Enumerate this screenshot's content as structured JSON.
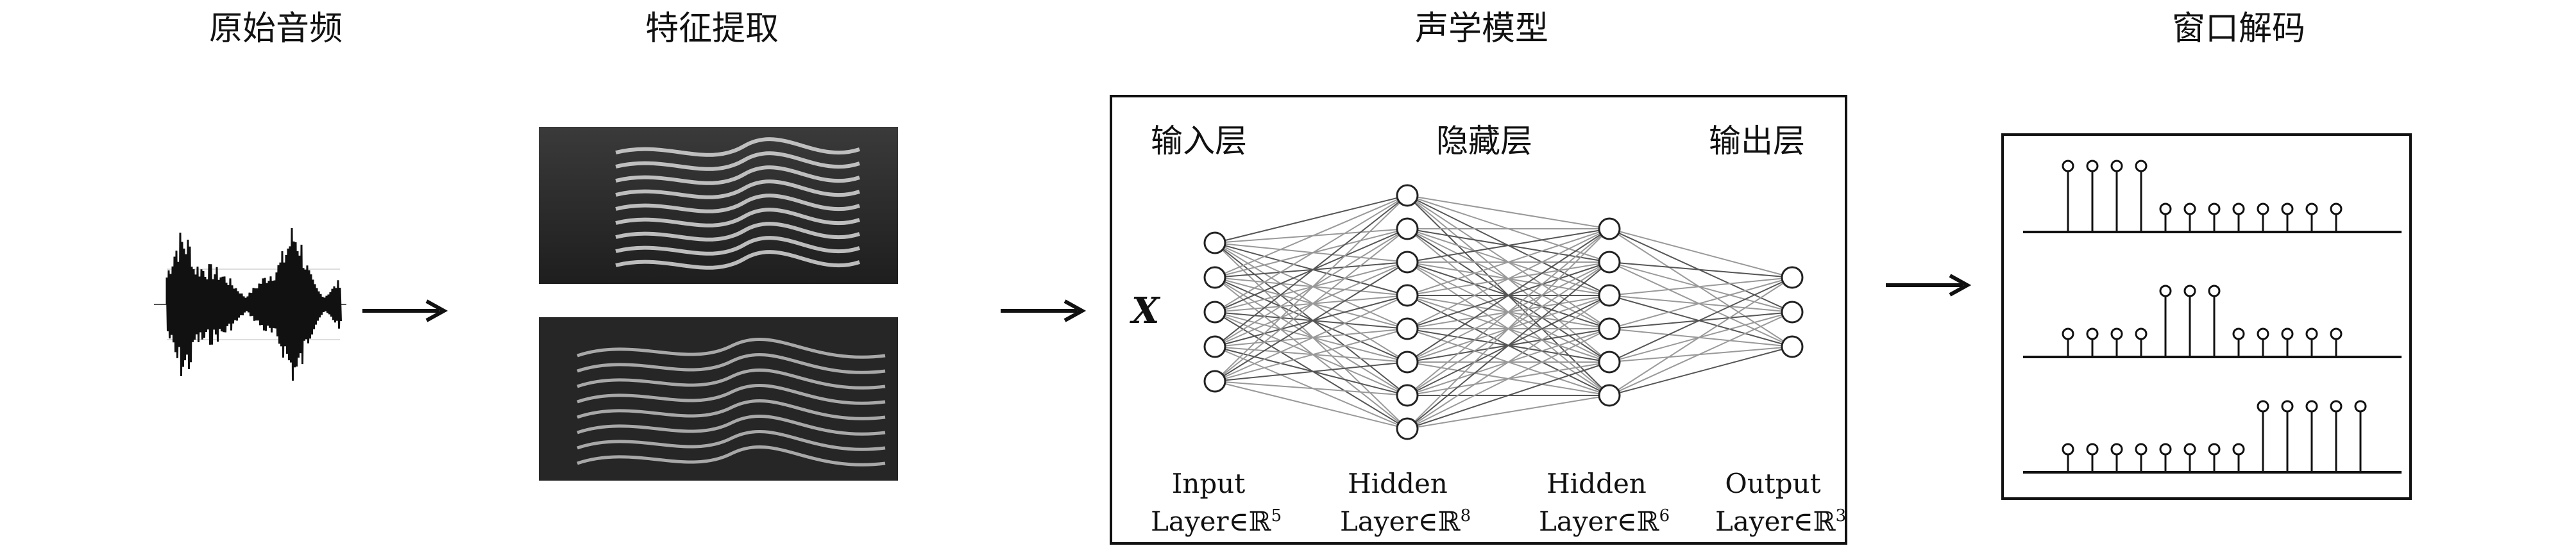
{
  "stages": [
    {
      "title": "原始音频"
    },
    {
      "title": "特征提取"
    },
    {
      "title": "声学模型"
    },
    {
      "title": "窗口解码"
    }
  ],
  "acoustic_model": {
    "input_symbol": "X",
    "layer_headings": [
      "输入层",
      "隐藏层",
      "输出层"
    ],
    "layers": [
      {
        "name": "Input",
        "line2": "Layer∈ℝ",
        "dim": "5",
        "nodes": 5
      },
      {
        "name": "Hidden",
        "line2": "Layer∈ℝ",
        "dim": "8",
        "nodes": 8
      },
      {
        "name": "Hidden",
        "line2": "Layer∈ℝ",
        "dim": "6",
        "nodes": 6
      },
      {
        "name": "Output",
        "line2": "Layer∈ℝ",
        "dim": "3",
        "nodes": 3
      }
    ]
  },
  "decoding": {
    "rows": [
      {
        "active": [
          0,
          1,
          2,
          3
        ],
        "count": 12
      },
      {
        "active": [
          4,
          5,
          6
        ],
        "count": 12
      },
      {
        "active": [
          8,
          9,
          10,
          11,
          12
        ],
        "count": 13
      }
    ]
  }
}
